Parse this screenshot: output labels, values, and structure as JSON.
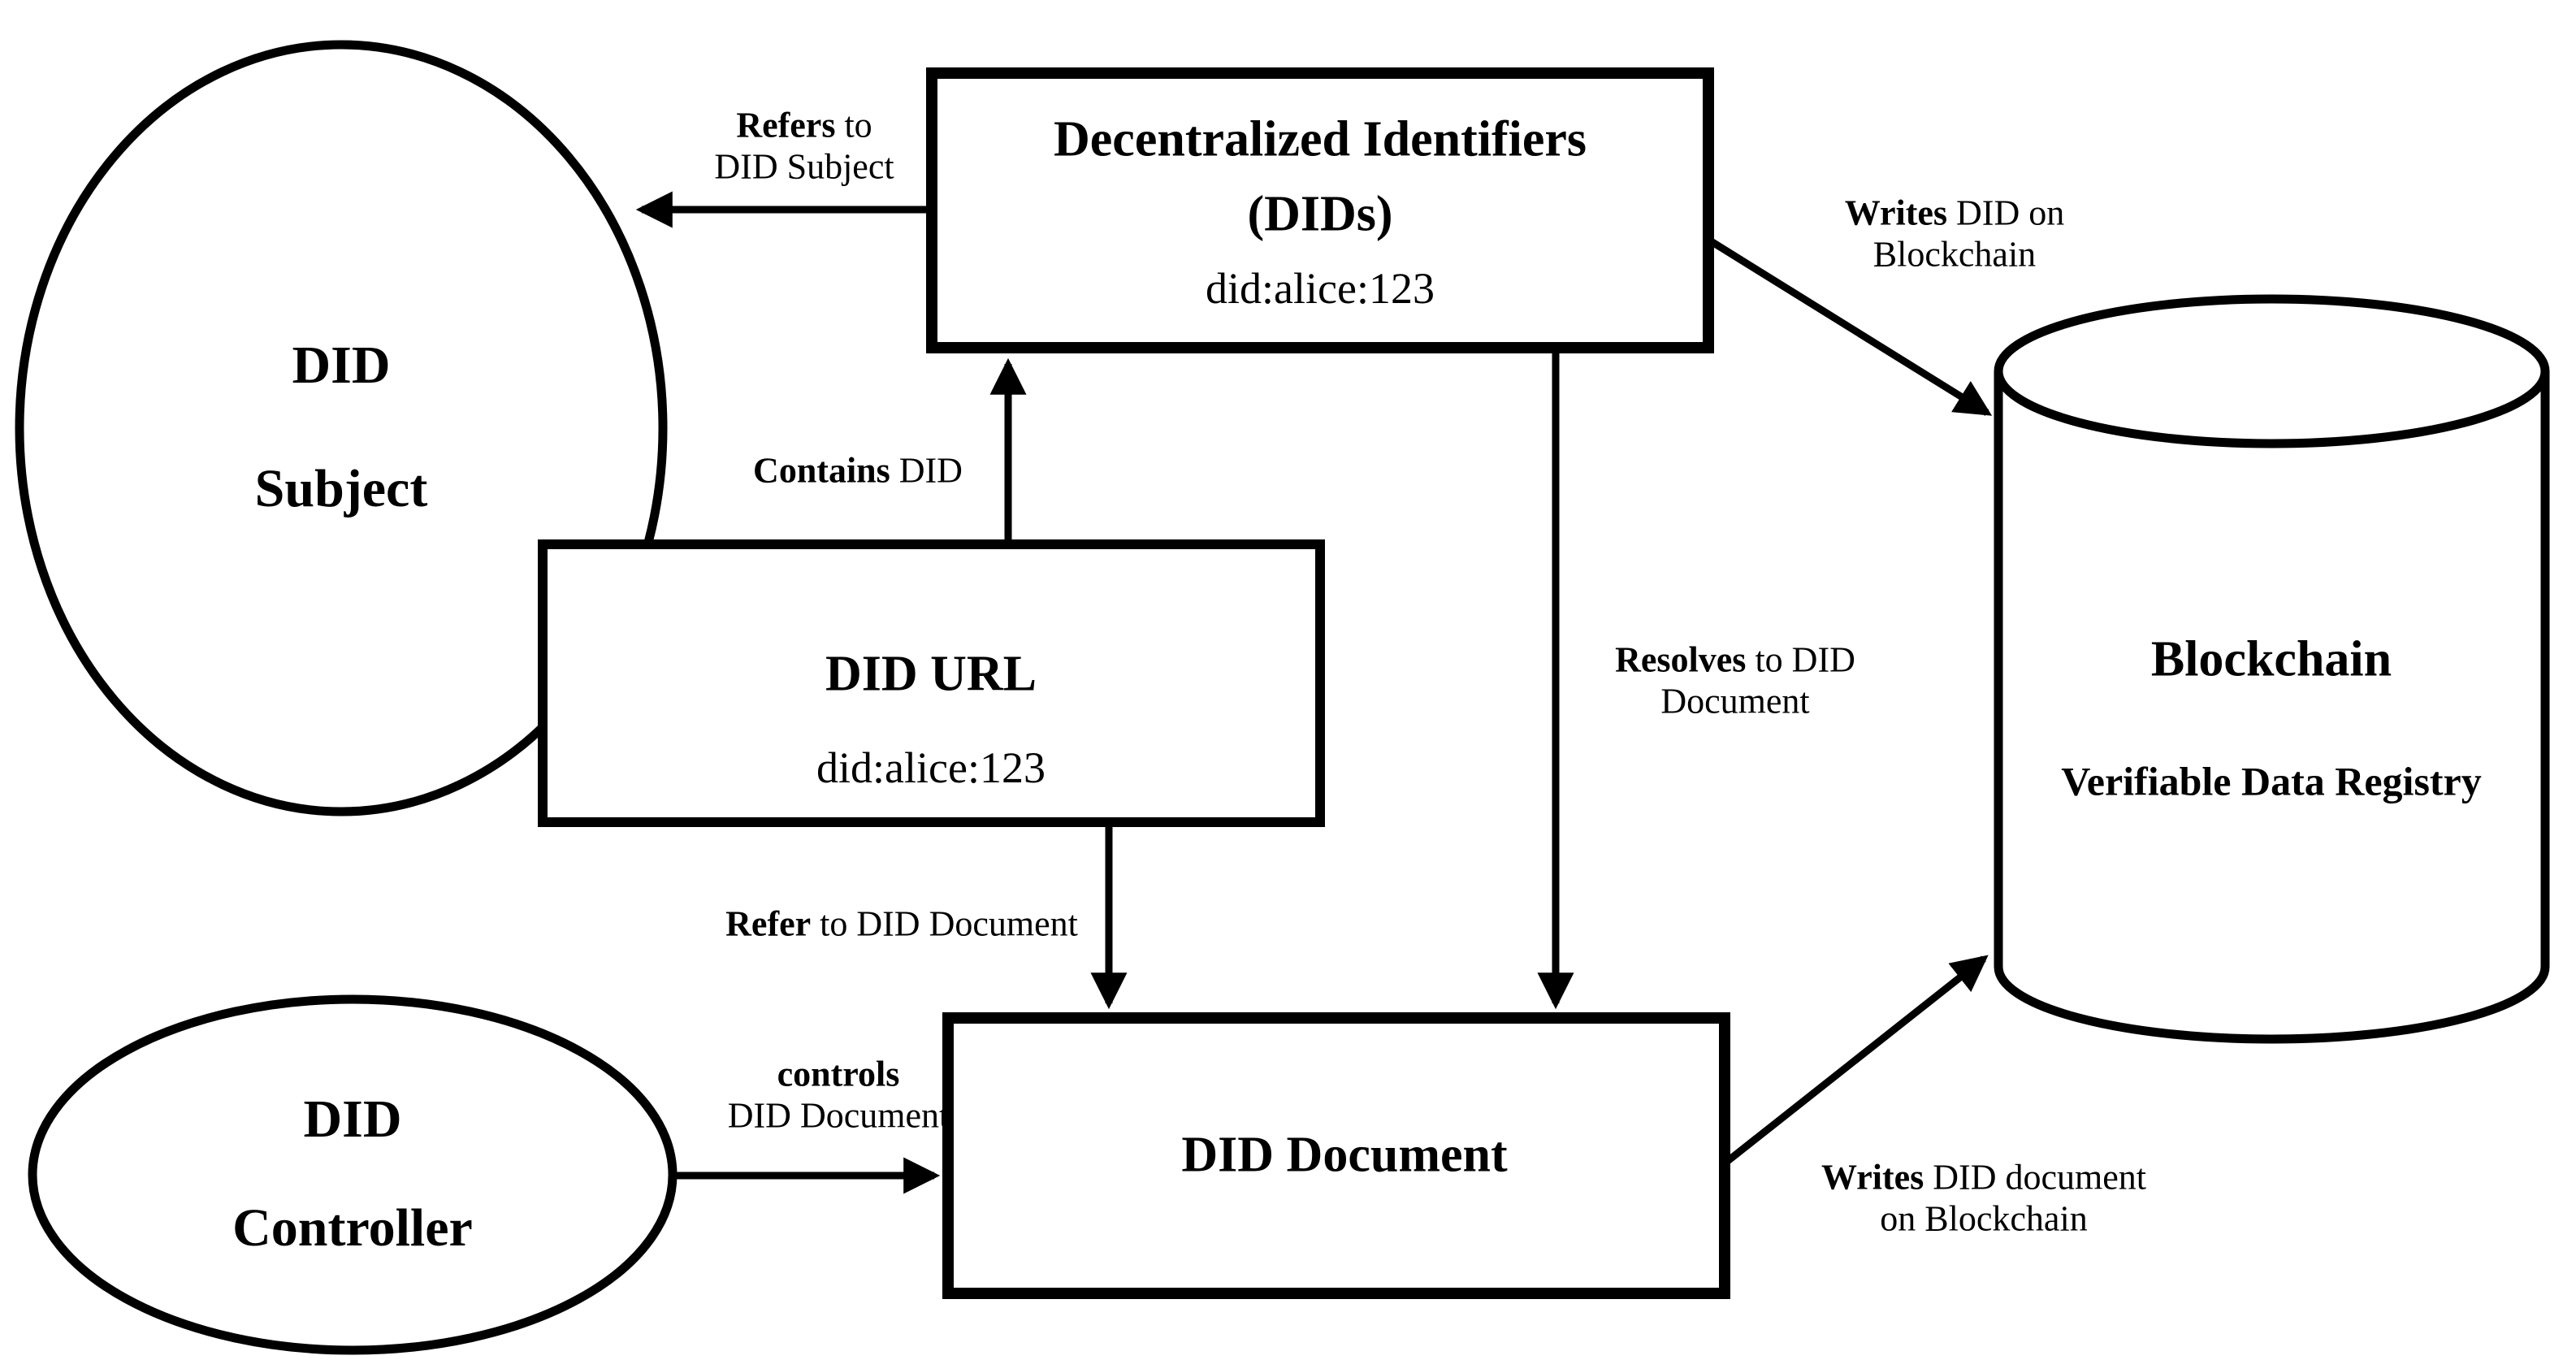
{
  "diagram": {
    "colors": {
      "ink": "#000000",
      "background": "#ffffff"
    },
    "nodes": {
      "did_subject": {
        "line1": "DID",
        "line2": "Subject"
      },
      "dids": {
        "title_line1": "Decentralized Identifiers",
        "title_line2": "(DIDs)",
        "value": "did:alice:123"
      },
      "did_url": {
        "title": "DID URL",
        "value": "did:alice:123"
      },
      "did_document": {
        "title": "DID Document"
      },
      "did_controller": {
        "line1": "DID",
        "line2": "Controller"
      },
      "blockchain": {
        "title": "Blockchain",
        "subtitle": "Verifiable Data Registry"
      }
    },
    "edges": {
      "refers": {
        "bold": "Refers",
        "rest": " to",
        "line2": "DID Subject"
      },
      "contains": {
        "bold": "Contains",
        "rest": " DID"
      },
      "writes_did": {
        "bold": "Writes",
        "rest": " DID on",
        "line2": "Blockchain"
      },
      "resolves": {
        "bold": "Resolves",
        "rest": " to DID",
        "line2": "Document"
      },
      "refer": {
        "bold": "Refer",
        "rest": " to DID Document"
      },
      "controls": {
        "bold": "controls",
        "rest": "",
        "line2": "DID Document"
      },
      "writes_doc": {
        "bold": "Writes",
        "rest": " DID document",
        "line2": "on Blockchain"
      }
    }
  }
}
